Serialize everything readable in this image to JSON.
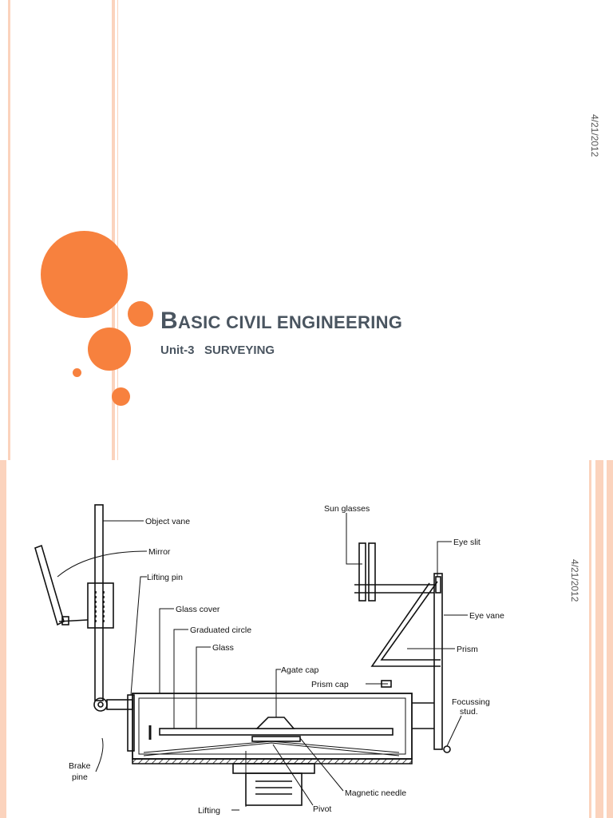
{
  "slide1": {
    "date": "4/21/2012",
    "title": "Basic civil engineering",
    "subtitle": "Unit-3   SURVEYING",
    "accent_color": "#f7813e",
    "stripe_color": "#fbd3bd"
  },
  "slide2": {
    "date": "4/21/2012",
    "diagram_labels": {
      "object_vane": "Object vane",
      "mirror": "Mirror",
      "lifting_pin": "Lifting pin",
      "glass_cover": "Glass cover",
      "graduated_circle": "Graduated circle",
      "glass": "Glass",
      "agate_cap": "Agate cap",
      "prism_cap": "Prism cap",
      "sun_glasses": "Sun glasses",
      "eye_slit": "Eye slit",
      "eye_vane": "Eye vane",
      "prism": "Prism",
      "focussing_stud_1": "Focussing",
      "focussing_stud_2": "stud.",
      "brake_pine_1": "Brake",
      "brake_pine_2": "pine",
      "magnetic_needle": "Magnetic needle",
      "pivot": "Pivot",
      "lifting": "Lifting"
    }
  }
}
